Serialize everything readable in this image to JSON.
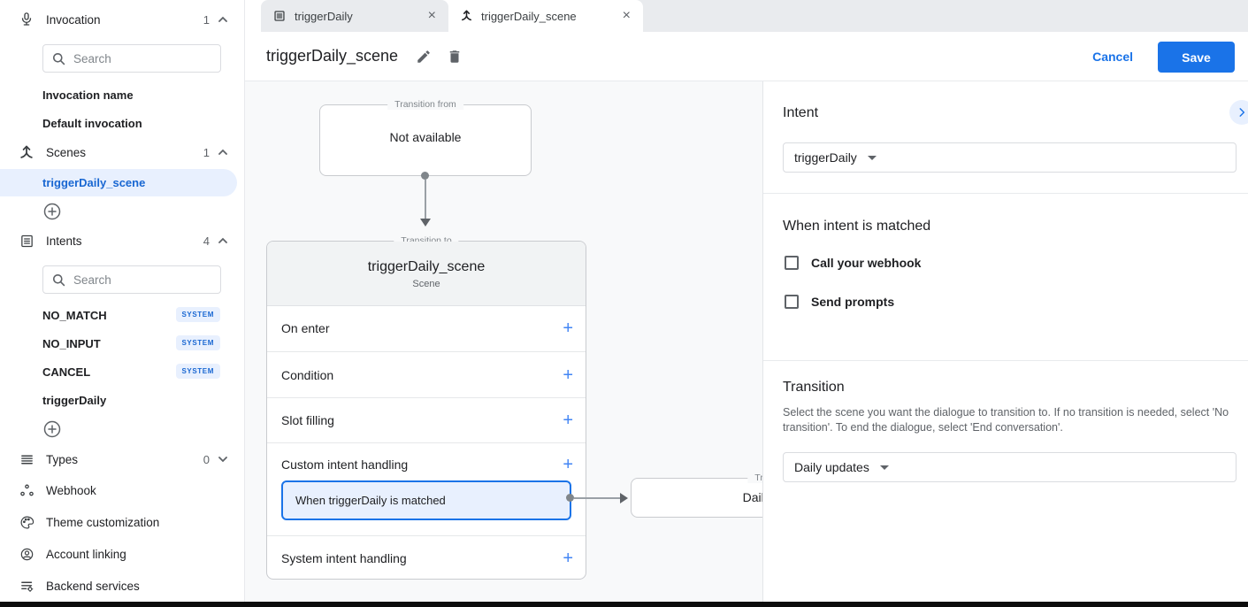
{
  "sidebar": {
    "search_placeholder": "Search",
    "invocation": {
      "label": "Invocation",
      "count": "1"
    },
    "invocation_items": [
      {
        "label": "Invocation name"
      },
      {
        "label": "Default invocation"
      }
    ],
    "scenes": {
      "label": "Scenes",
      "count": "1"
    },
    "scene_items": [
      {
        "label": "triggerDaily_scene",
        "selected": true
      }
    ],
    "intents": {
      "label": "Intents",
      "count": "4"
    },
    "intent_items": [
      {
        "label": "NO_MATCH",
        "badge": "SYSTEM"
      },
      {
        "label": "NO_INPUT",
        "badge": "SYSTEM"
      },
      {
        "label": "CANCEL",
        "badge": "SYSTEM"
      },
      {
        "label": "triggerDaily"
      }
    ],
    "types": {
      "label": "Types",
      "count": "0"
    },
    "items": [
      {
        "label": "Webhook"
      },
      {
        "label": "Theme customization"
      },
      {
        "label": "Account linking"
      },
      {
        "label": "Backend services"
      }
    ]
  },
  "tabs": [
    {
      "label": "triggerDaily",
      "active": false
    },
    {
      "label": "triggerDaily_scene",
      "active": true
    }
  ],
  "header": {
    "title": "triggerDaily_scene",
    "cancel": "Cancel",
    "save": "Save"
  },
  "canvas": {
    "from_box": {
      "legend": "Transition from",
      "text": "Not available"
    },
    "scene_card": {
      "legend": "Transition to",
      "title": "triggerDaily_scene",
      "subtitle": "Scene",
      "rows": [
        {
          "label": "On enter"
        },
        {
          "label": "Condition"
        },
        {
          "label": "Slot filling"
        },
        {
          "label": "Custom intent handling"
        },
        {
          "label": "System intent handling"
        }
      ],
      "handler": {
        "label": "When triggerDaily is matched"
      }
    },
    "target_box": {
      "legend": "Transition to",
      "text": "Daily updates"
    }
  },
  "panel": {
    "intent": {
      "heading": "Intent",
      "value": "triggerDaily"
    },
    "matched": {
      "heading": "When intent is matched",
      "checkboxes": [
        {
          "label": "Call your webhook",
          "checked": false
        },
        {
          "label": "Send prompts",
          "checked": false
        }
      ]
    },
    "transition": {
      "heading": "Transition",
      "description": "Select the scene you want the dialogue to transition to. If no transition is needed, select 'No transition'. To end the dialogue, select 'End conversation'.",
      "value": "Daily updates"
    }
  },
  "colors": {
    "accent": "#1a73e8",
    "accent_light": "#e8f0fe",
    "badge_text": "#1967d2",
    "canvas_bg": "#f8f9fa"
  }
}
